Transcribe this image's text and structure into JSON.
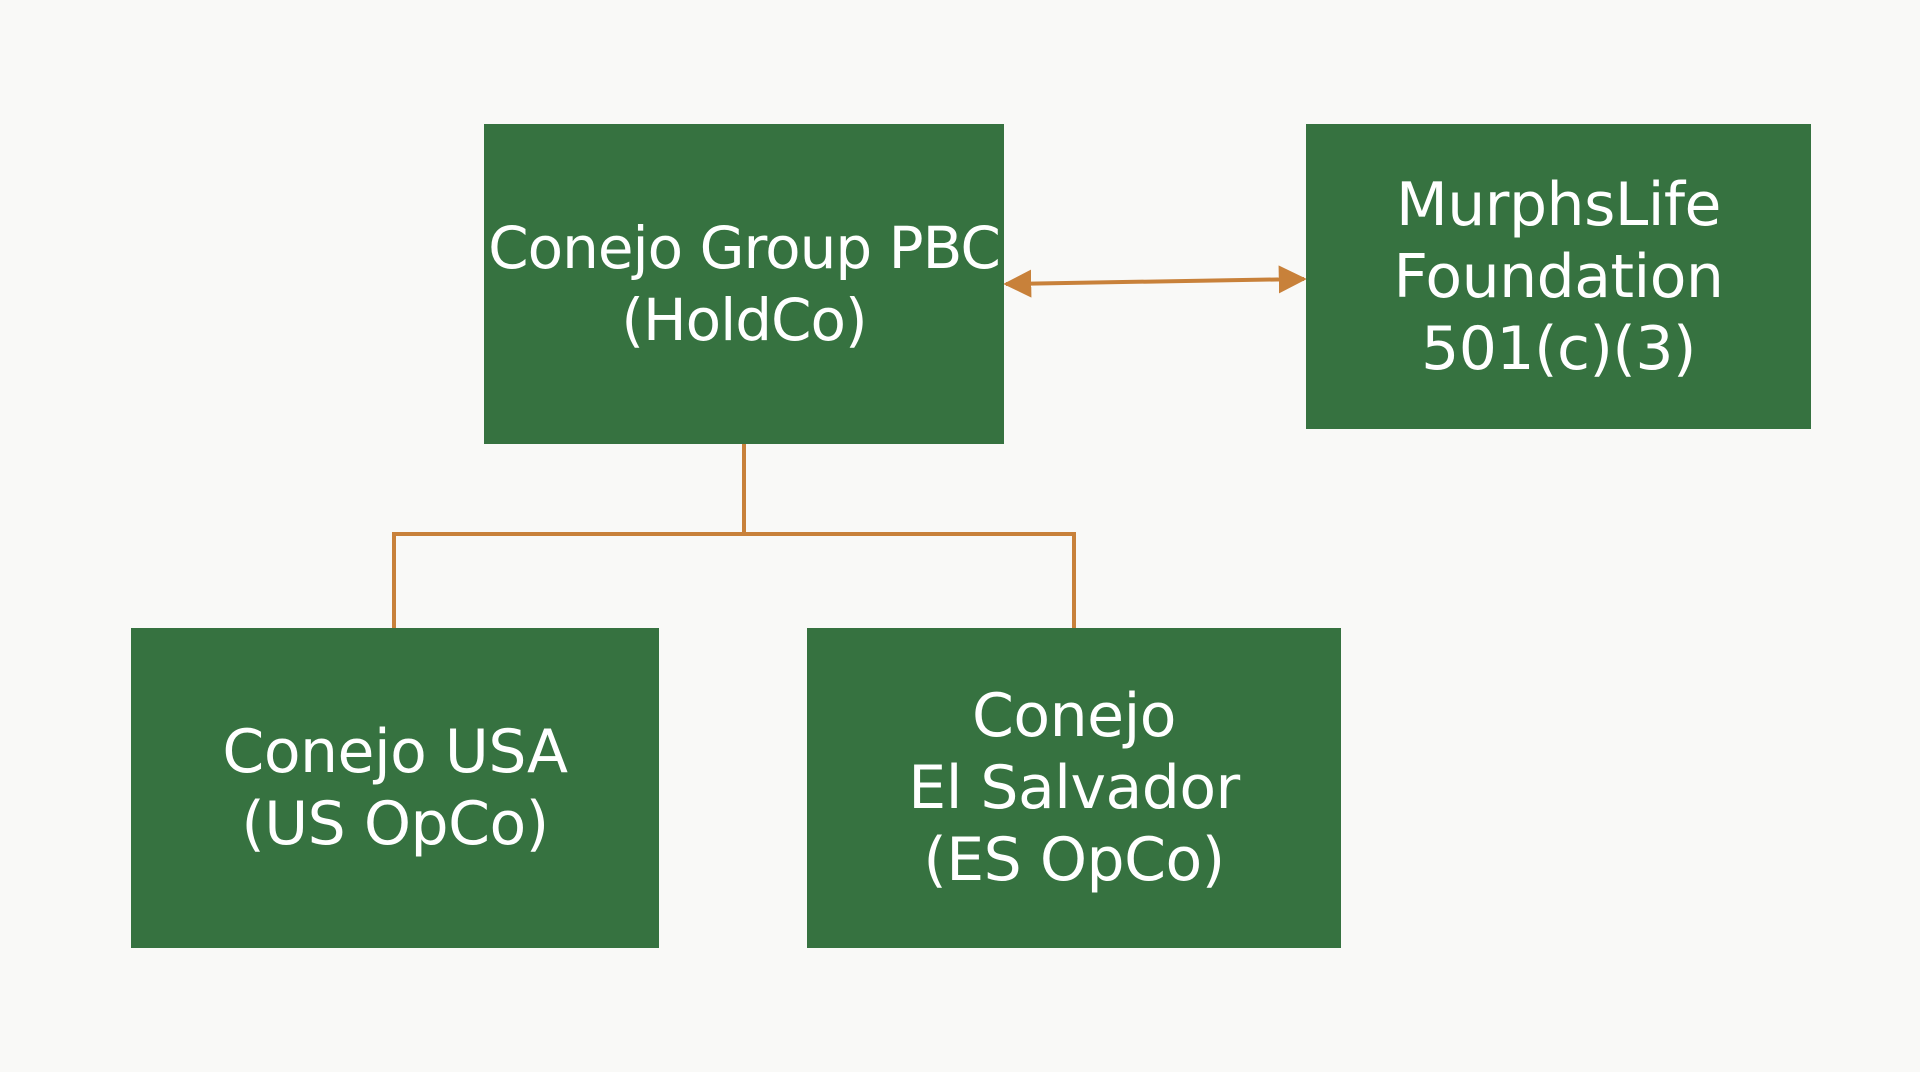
{
  "colors": {
    "background": "#f9f9f7",
    "box_fill": "#367240",
    "box_text": "#ffffff",
    "connector": "#c8813a"
  },
  "nodes": {
    "holdco": {
      "line1": "Conejo Group PBC",
      "line2": "(HoldCo)"
    },
    "foundation": {
      "line1": "MurphsLife",
      "line2": "Foundation",
      "line3": "501(c)(3)"
    },
    "us_opco": {
      "line1": "Conejo USA",
      "line2": "(US OpCo)"
    },
    "es_opco": {
      "line1": "Conejo",
      "line2": "El Salvador",
      "line3": "(ES OpCo)"
    }
  },
  "edges": [
    {
      "from": "holdco",
      "to": "foundation",
      "type": "bidirectional-arrow"
    },
    {
      "from": "holdco",
      "to": "us_opco",
      "type": "tree"
    },
    {
      "from": "holdco",
      "to": "es_opco",
      "type": "tree"
    }
  ]
}
